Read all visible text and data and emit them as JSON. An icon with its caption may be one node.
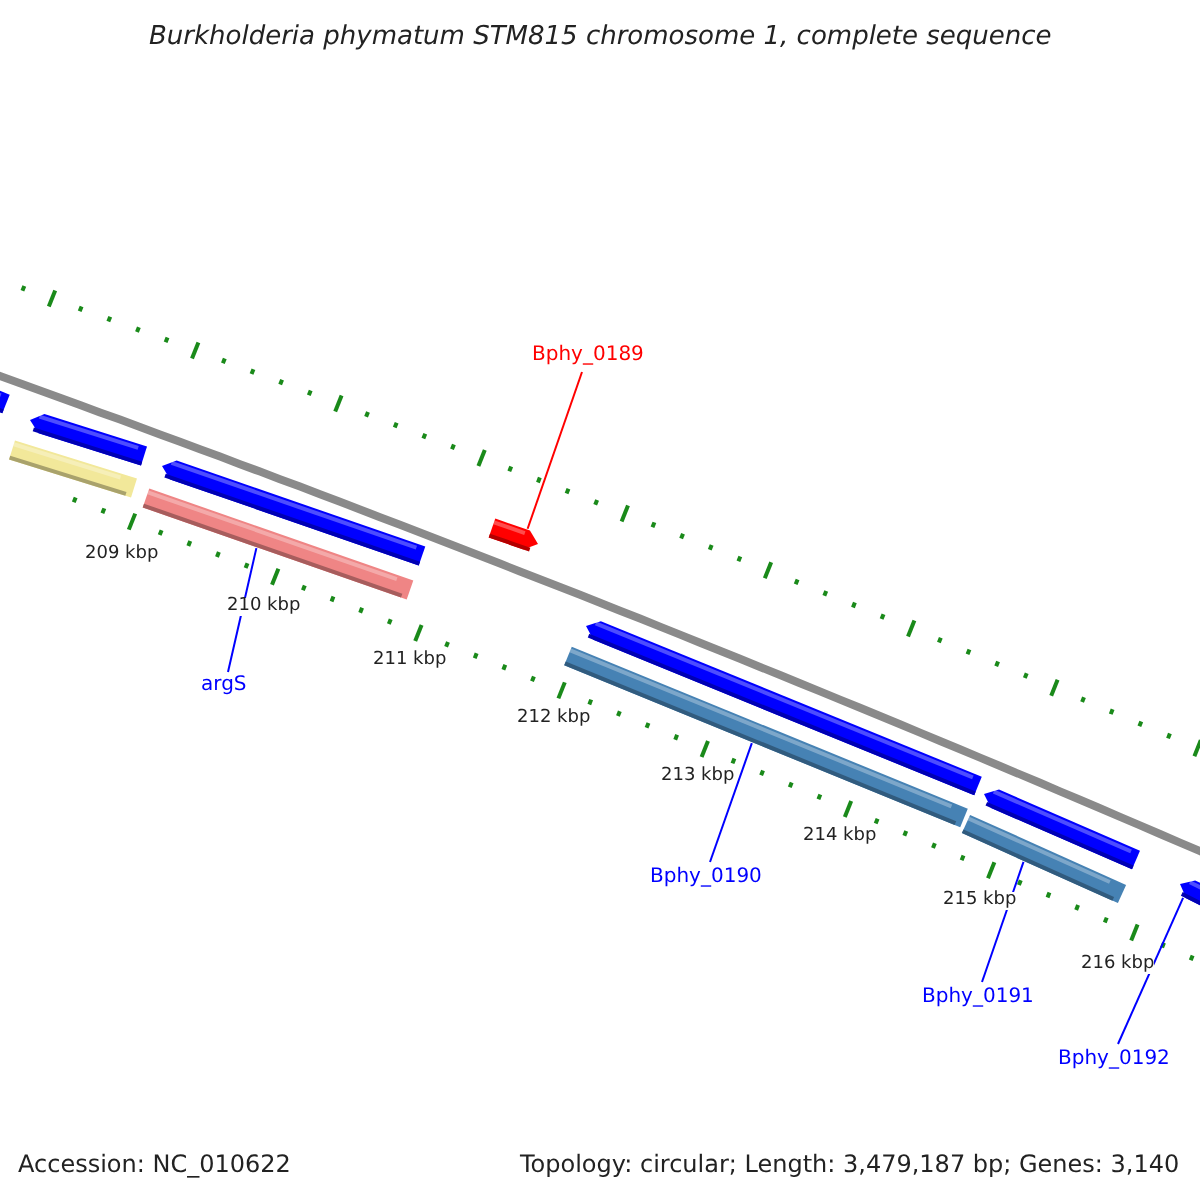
{
  "diagram": {
    "title": "Burkholderia phymatum STM815 chromosome 1, complete sequence",
    "nodes": [
      {
        "text": [],
        "shape": "arrow"
      },
      {
        "text": [],
        "shape": "arrow"
      },
      {
        "text": [],
        "shape": "bar"
      },
      {
        "text": [],
        "shape": "arrow"
      },
      {
        "text": [],
        "shape": "bar"
      },
      {
        "text": [],
        "shape": "arrow"
      },
      {
        "text": [],
        "shape": "arrow"
      },
      {
        "text": [],
        "shape": "bar"
      },
      {
        "text": [],
        "shape": "arrow"
      },
      {
        "text": [],
        "shape": "bar"
      },
      {
        "text": [],
        "shape": "arrow"
      },
      {
        "text": [
          "Bphy_0189"
        ]
      },
      {
        "text": [
          "argS"
        ]
      },
      {
        "text": [
          "Bphy_0190"
        ]
      },
      {
        "text": [
          "Bphy_0191"
        ]
      },
      {
        "text": [
          "Bphy_0192"
        ]
      }
    ],
    "edges": [
      {
        "from": 11,
        "to": 5,
        "arrow": "none",
        "color": "#ff0000"
      },
      {
        "from": 12,
        "to": 4,
        "arrow": "none"
      },
      {
        "from": 13,
        "to": 7,
        "arrow": "none"
      },
      {
        "from": 14,
        "to": 9,
        "arrow": "none"
      },
      {
        "from": 15,
        "to": 10,
        "arrow": "none"
      }
    ],
    "labels": [
      "209 kbp",
      "210 kbp",
      "211 kbp",
      "212 kbp",
      "213 kbp",
      "214 kbp",
      "215 kbp",
      "216 kbp",
      "Accession: NC_010622",
      "Topology: circular; Length: 3,479,187 bp; Genes: 3,140"
    ]
  }
}
